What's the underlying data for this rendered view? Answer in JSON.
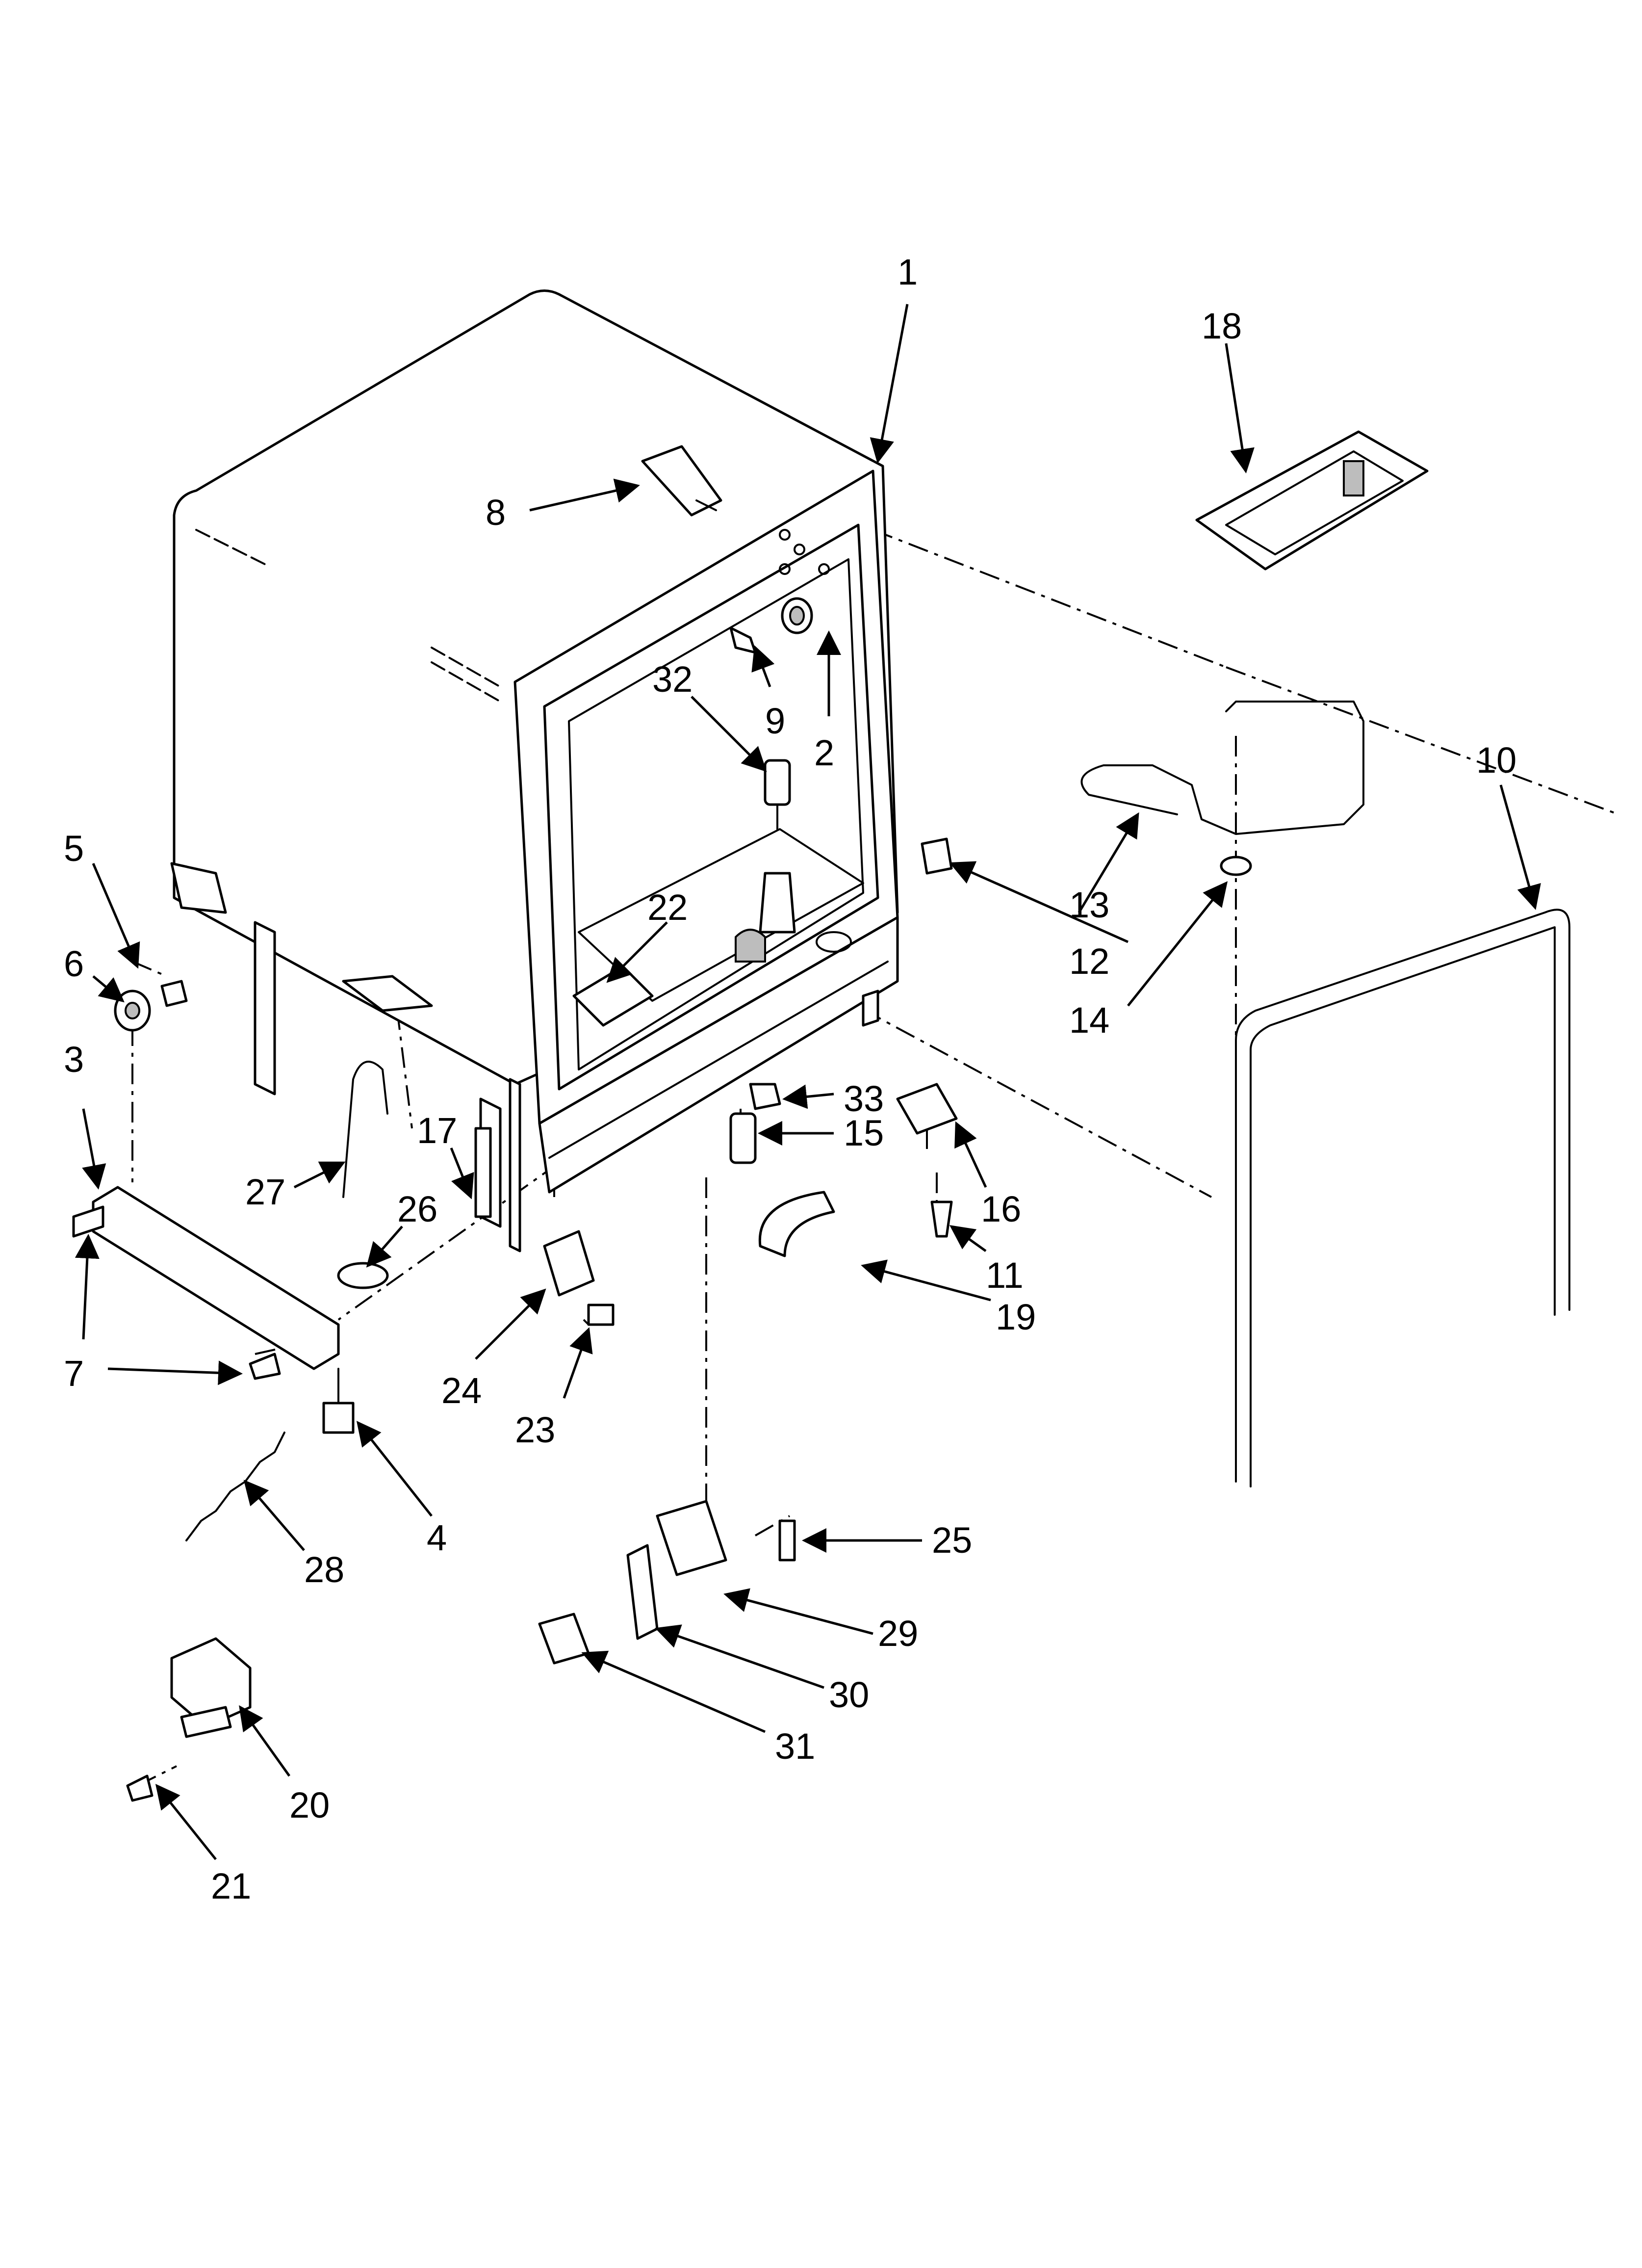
{
  "diagram": {
    "callouts": [
      {
        "id": "1",
        "text": "1"
      },
      {
        "id": "2",
        "text": "2"
      },
      {
        "id": "3",
        "text": "3"
      },
      {
        "id": "4",
        "text": "4"
      },
      {
        "id": "5",
        "text": "5"
      },
      {
        "id": "6",
        "text": "6"
      },
      {
        "id": "7a",
        "text": "7"
      },
      {
        "id": "7b",
        "text": "7"
      },
      {
        "id": "8",
        "text": "8"
      },
      {
        "id": "9",
        "text": "9"
      },
      {
        "id": "10",
        "text": "10"
      },
      {
        "id": "11",
        "text": "11"
      },
      {
        "id": "12",
        "text": "12"
      },
      {
        "id": "13",
        "text": "13"
      },
      {
        "id": "14",
        "text": "14"
      },
      {
        "id": "15",
        "text": "15"
      },
      {
        "id": "16",
        "text": "16"
      },
      {
        "id": "17",
        "text": "17"
      },
      {
        "id": "18",
        "text": "18"
      },
      {
        "id": "19",
        "text": "19"
      },
      {
        "id": "20",
        "text": "20"
      },
      {
        "id": "21",
        "text": "21"
      },
      {
        "id": "22",
        "text": "22"
      },
      {
        "id": "23",
        "text": "23"
      },
      {
        "id": "24",
        "text": "24"
      },
      {
        "id": "25",
        "text": "25"
      },
      {
        "id": "26",
        "text": "26"
      },
      {
        "id": "27",
        "text": "27"
      },
      {
        "id": "28",
        "text": "28"
      },
      {
        "id": "29",
        "text": "29"
      },
      {
        "id": "30",
        "text": "30"
      },
      {
        "id": "31",
        "text": "31"
      },
      {
        "id": "32",
        "text": "32"
      },
      {
        "id": "33",
        "text": "33"
      }
    ]
  }
}
